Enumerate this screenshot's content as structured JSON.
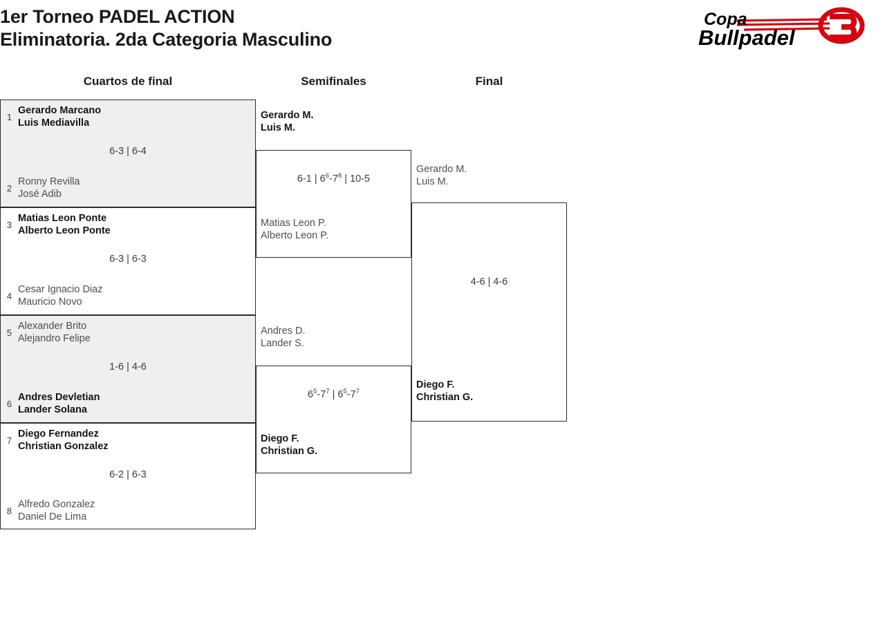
{
  "header": {
    "title_line1": "1er Torneo PADEL ACTION",
    "title_line2": "Eliminatoria. 2da Categoria Masculino",
    "logo": {
      "word_top": "Copa",
      "word_bottom": "Bullpadel",
      "mark": "bull-3-swoosh",
      "color_text": "#000000",
      "color_accent": "#d40511"
    }
  },
  "rounds": [
    {
      "label": "Cuartos de final"
    },
    {
      "label": "Semifinales"
    },
    {
      "label": "Final"
    }
  ],
  "bracket": {
    "quarterfinals": [
      {
        "shaded": true,
        "top": {
          "seed": "1",
          "p1": "Gerardo Marcano",
          "p2": "Luis Mediavilla",
          "result": "winner"
        },
        "bottom": {
          "seed": "2",
          "p1": "Ronny Revilla",
          "p2": "José Adib",
          "result": "loser"
        },
        "score": "6-3 | 6-4"
      },
      {
        "shaded": false,
        "top": {
          "seed": "3",
          "p1": "Matias Leon Ponte",
          "p2": "Alberto Leon Ponte",
          "result": "winner"
        },
        "bottom": {
          "seed": "4",
          "p1": "Cesar Ignacio Diaz",
          "p2": "Mauricio Novo",
          "result": "loser"
        },
        "score": "6-3 | 6-3"
      },
      {
        "shaded": true,
        "top": {
          "seed": "5",
          "p1": "Alexander Brito",
          "p2": "Alejandro Felipe",
          "result": "loser"
        },
        "bottom": {
          "seed": "6",
          "p1": "Andres Devletian",
          "p2": "Lander Solana",
          "result": "winner"
        },
        "score": "1-6 | 4-6"
      },
      {
        "shaded": false,
        "top": {
          "seed": "7",
          "p1": "Diego Fernandez",
          "p2": "Christian Gonzalez",
          "result": "winner"
        },
        "bottom": {
          "seed": "8",
          "p1": "Alfredo Gonzalez",
          "p2": "Daniel De Lima",
          "result": "loser"
        },
        "score": "6-2 | 6-3"
      }
    ],
    "semifinals": [
      {
        "top": {
          "p1": "Gerardo M.",
          "p2": "Luis M.",
          "result": "winner"
        },
        "bottom": {
          "p1": "Matias Leon P.",
          "p2": "Alberto Leon P.",
          "result": "loser"
        },
        "score_parts": [
          {
            "main": "6-1",
            "sup1": "",
            "sup2": ""
          },
          {
            "main": "6-7",
            "sup1": "6",
            "sup2": "8"
          },
          {
            "main": "10-5",
            "sup1": "",
            "sup2": ""
          }
        ],
        "score_plain": "6-1 | 6(6)-7(8) | 10-5"
      },
      {
        "top": {
          "p1": "Andres D.",
          "p2": "Lander S.",
          "result": "loser"
        },
        "bottom": {
          "p1": "Diego F.",
          "p2": "Christian G.",
          "result": "winner"
        },
        "score_parts": [
          {
            "main": "6-7",
            "sup1": "5",
            "sup2": "7"
          },
          {
            "main": "6-7",
            "sup1": "5",
            "sup2": "7"
          }
        ],
        "score_plain": "6(5)-7(7) | 6(5)-7(7)"
      }
    ],
    "final": {
      "top": {
        "p1": "Gerardo M.",
        "p2": "Luis M.",
        "result": "loser"
      },
      "bottom": {
        "p1": "Diego F.",
        "p2": "Christian G.",
        "result": "winner"
      },
      "score": "4-6 | 4-6"
    }
  }
}
